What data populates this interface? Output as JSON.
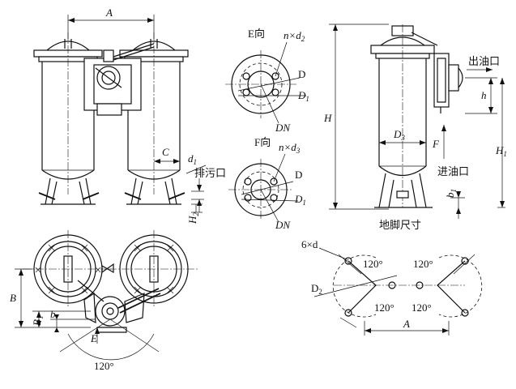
{
  "labels": {
    "A_top": "A",
    "C": "C",
    "d1": "d",
    "d1_sub": "1",
    "drain": "排污口",
    "H2": "H",
    "H2_sub": "2",
    "E_view": "E向",
    "n_d2": "n×d",
    "n_d2_sub": "2",
    "D_e": "D",
    "D1_e": "D",
    "D1_e_sub": "1",
    "DN_e": "DN",
    "F_view": "F向",
    "n_d3": "n×d",
    "n_d3_sub": "3",
    "D_f": "D",
    "D1_f": "D",
    "D1_f_sub": "1",
    "DN_f": "DN",
    "H": "H",
    "H1": "H",
    "H1_sub": "1",
    "h": "h",
    "D3": "D",
    "D3_sub": "3",
    "F_arrow": "F",
    "outlet": "出油口",
    "inlet": "进油口",
    "b1_right": "b",
    "b1_right_sub": "1",
    "foot_size": "地脚尺寸",
    "B": "B",
    "B1": "B",
    "B1_sub": "1",
    "b": "b",
    "E_arrow": "E",
    "ang_bottom": "120°",
    "six_d": "6×d",
    "D2": "D",
    "D2_sub": "2",
    "ang_a": "120°",
    "ang_b": "120°",
    "ang_c": "120°",
    "ang_d": "120°",
    "A_bottom": "A"
  }
}
